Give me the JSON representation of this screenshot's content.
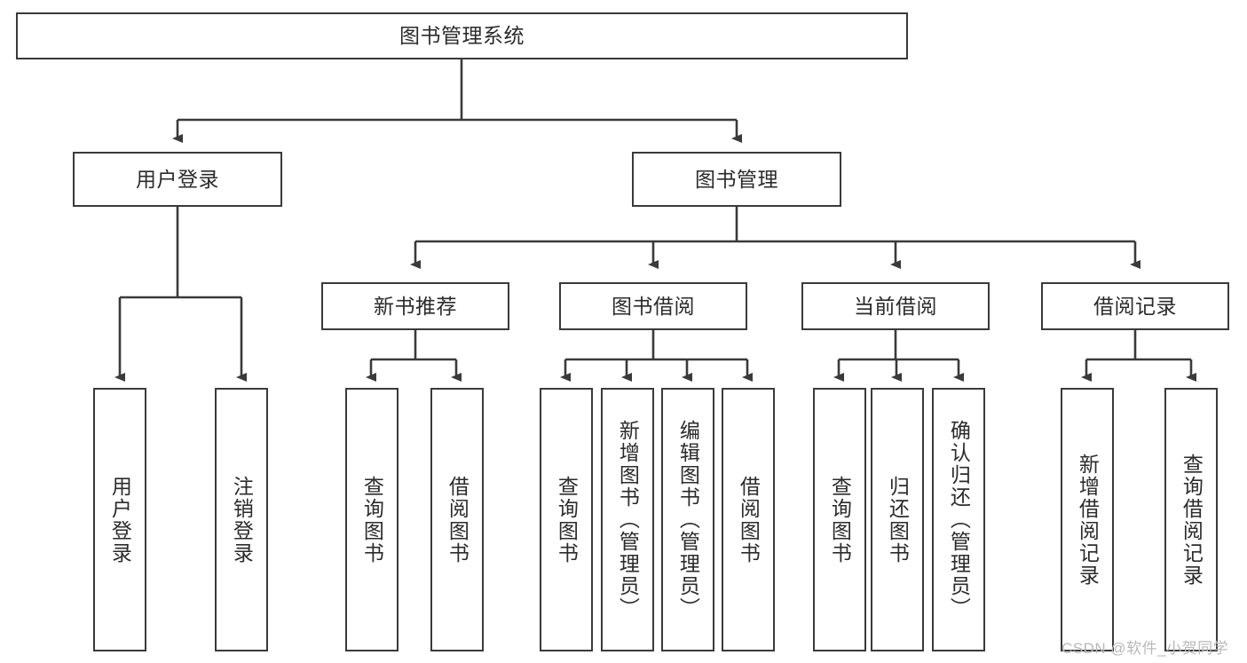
{
  "diagram": {
    "title": "图书管理系统",
    "type": "tree",
    "colors": {
      "stroke": "#3a3a3a",
      "fill": "#ffffff",
      "text": "#2b2b2b",
      "watermark": "#b9b9b9"
    },
    "root": {
      "label": "图书管理系统"
    },
    "level2": [
      {
        "label": "用户登录"
      },
      {
        "label": "图书管理"
      }
    ],
    "level3": [
      {
        "label": "新书推荐"
      },
      {
        "label": "图书借阅"
      },
      {
        "label": "当前借阅"
      },
      {
        "label": "借阅记录"
      }
    ],
    "leaves": {
      "user_login": [
        {
          "label": "用户登录"
        },
        {
          "label": "注销登录"
        }
      ],
      "new_book_recommend": [
        {
          "label": "查询图书"
        },
        {
          "label": "借阅图书"
        }
      ],
      "book_borrow": [
        {
          "label": "查询图书"
        },
        {
          "label": "新增图书（管理员）"
        },
        {
          "label": "编辑图书（管理员）"
        },
        {
          "label": "借阅图书"
        }
      ],
      "current_borrow": [
        {
          "label": "查询图书"
        },
        {
          "label": "归还图书"
        },
        {
          "label": "确认归还（管理员）"
        }
      ],
      "borrow_record": [
        {
          "label": "新增借阅记录"
        },
        {
          "label": "查询借阅记录"
        }
      ]
    },
    "watermark": "CSDN @软件_小贺同学"
  }
}
